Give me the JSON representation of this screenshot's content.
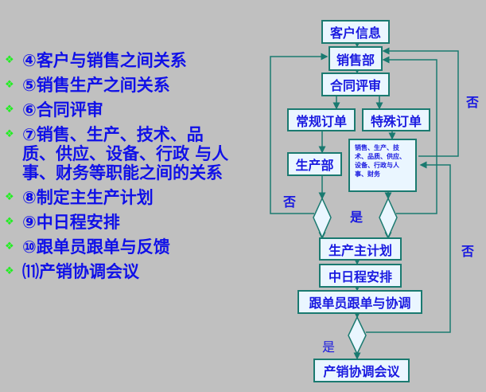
{
  "list": [
    "④客户与销售之间关系",
    "⑤销售生产之间关系",
    "⑥合同评审",
    "⑦销售、生产、技术、品质、供应、设备、行政 与人事、财务等职能之间的关系",
    "⑧制定主生产计划",
    "⑨中日程安排",
    "⑩跟单员跟单与反馈",
    "⑾产销协调会议"
  ],
  "bullet_icon": "four-diamond-bullet",
  "flow": {
    "customer_info": "客户信息",
    "sales_dept": "销售部",
    "contract_review": "合同评审",
    "regular_order": "常规订单",
    "special_order": "特殊订单",
    "production_dept": "生产部",
    "functions": "销售、生产、技术、品质、供应、设备、行政与人事、财务",
    "master_plan": "生产主计划",
    "mid_schedule": "中日程安排",
    "follow_up": "跟单员跟单与协调",
    "coordination_meeting": "产销协调会议",
    "no1": "否",
    "no2": "否",
    "no3": "否",
    "yes1": "是",
    "yes2": "是"
  },
  "colors": {
    "background": "#c0c0c0",
    "text": "#1010e8",
    "line": "#1a7a70",
    "box": "#eaf6ff",
    "bullet": "#22ee22"
  }
}
